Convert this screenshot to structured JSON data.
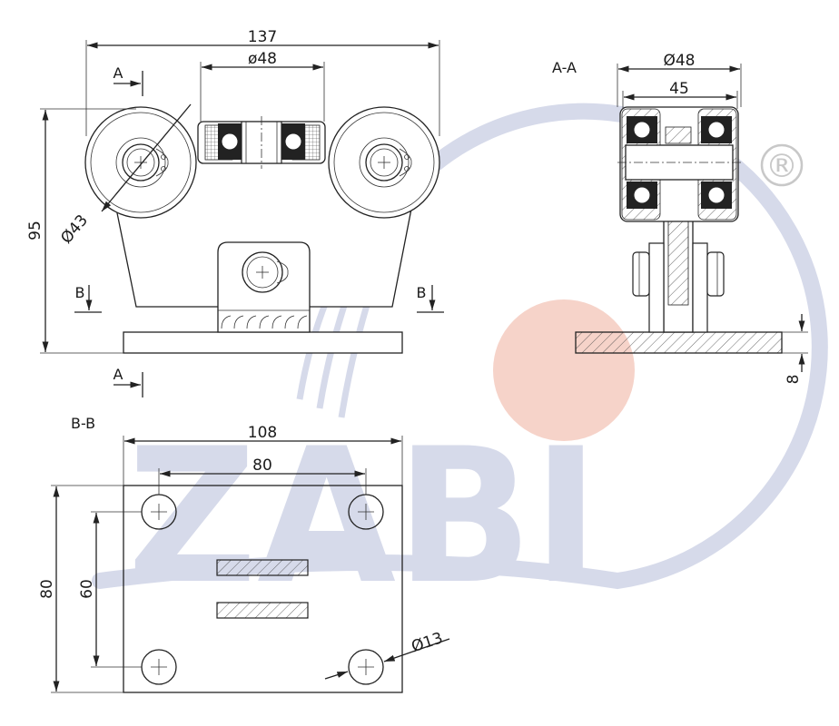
{
  "colors": {
    "watermark": "#d6daea",
    "watermark_dot": "#f6d3c9",
    "registered": "#c8c8c8",
    "lines": "#222222"
  },
  "watermark": {
    "logo_text": "ZABI",
    "registered_mark": "®"
  },
  "front_view": {
    "dim_overall_width": "137",
    "dim_hub_diameter": "ø48",
    "dim_wheel_diameter": "Ø43",
    "dim_height": "95",
    "section_a_label": "A",
    "section_b_label": "B"
  },
  "section_aa": {
    "title": "A-A",
    "dim_outer_diameter": "Ø48",
    "dim_width": "45",
    "dim_plate_thickness": "8"
  },
  "section_bb": {
    "title": "B-B",
    "dim_width": "108",
    "dim_hole_spacing_x": "80",
    "dim_height": "80",
    "dim_hole_spacing_y": "60",
    "dim_hole_diameter": "Ø13"
  }
}
